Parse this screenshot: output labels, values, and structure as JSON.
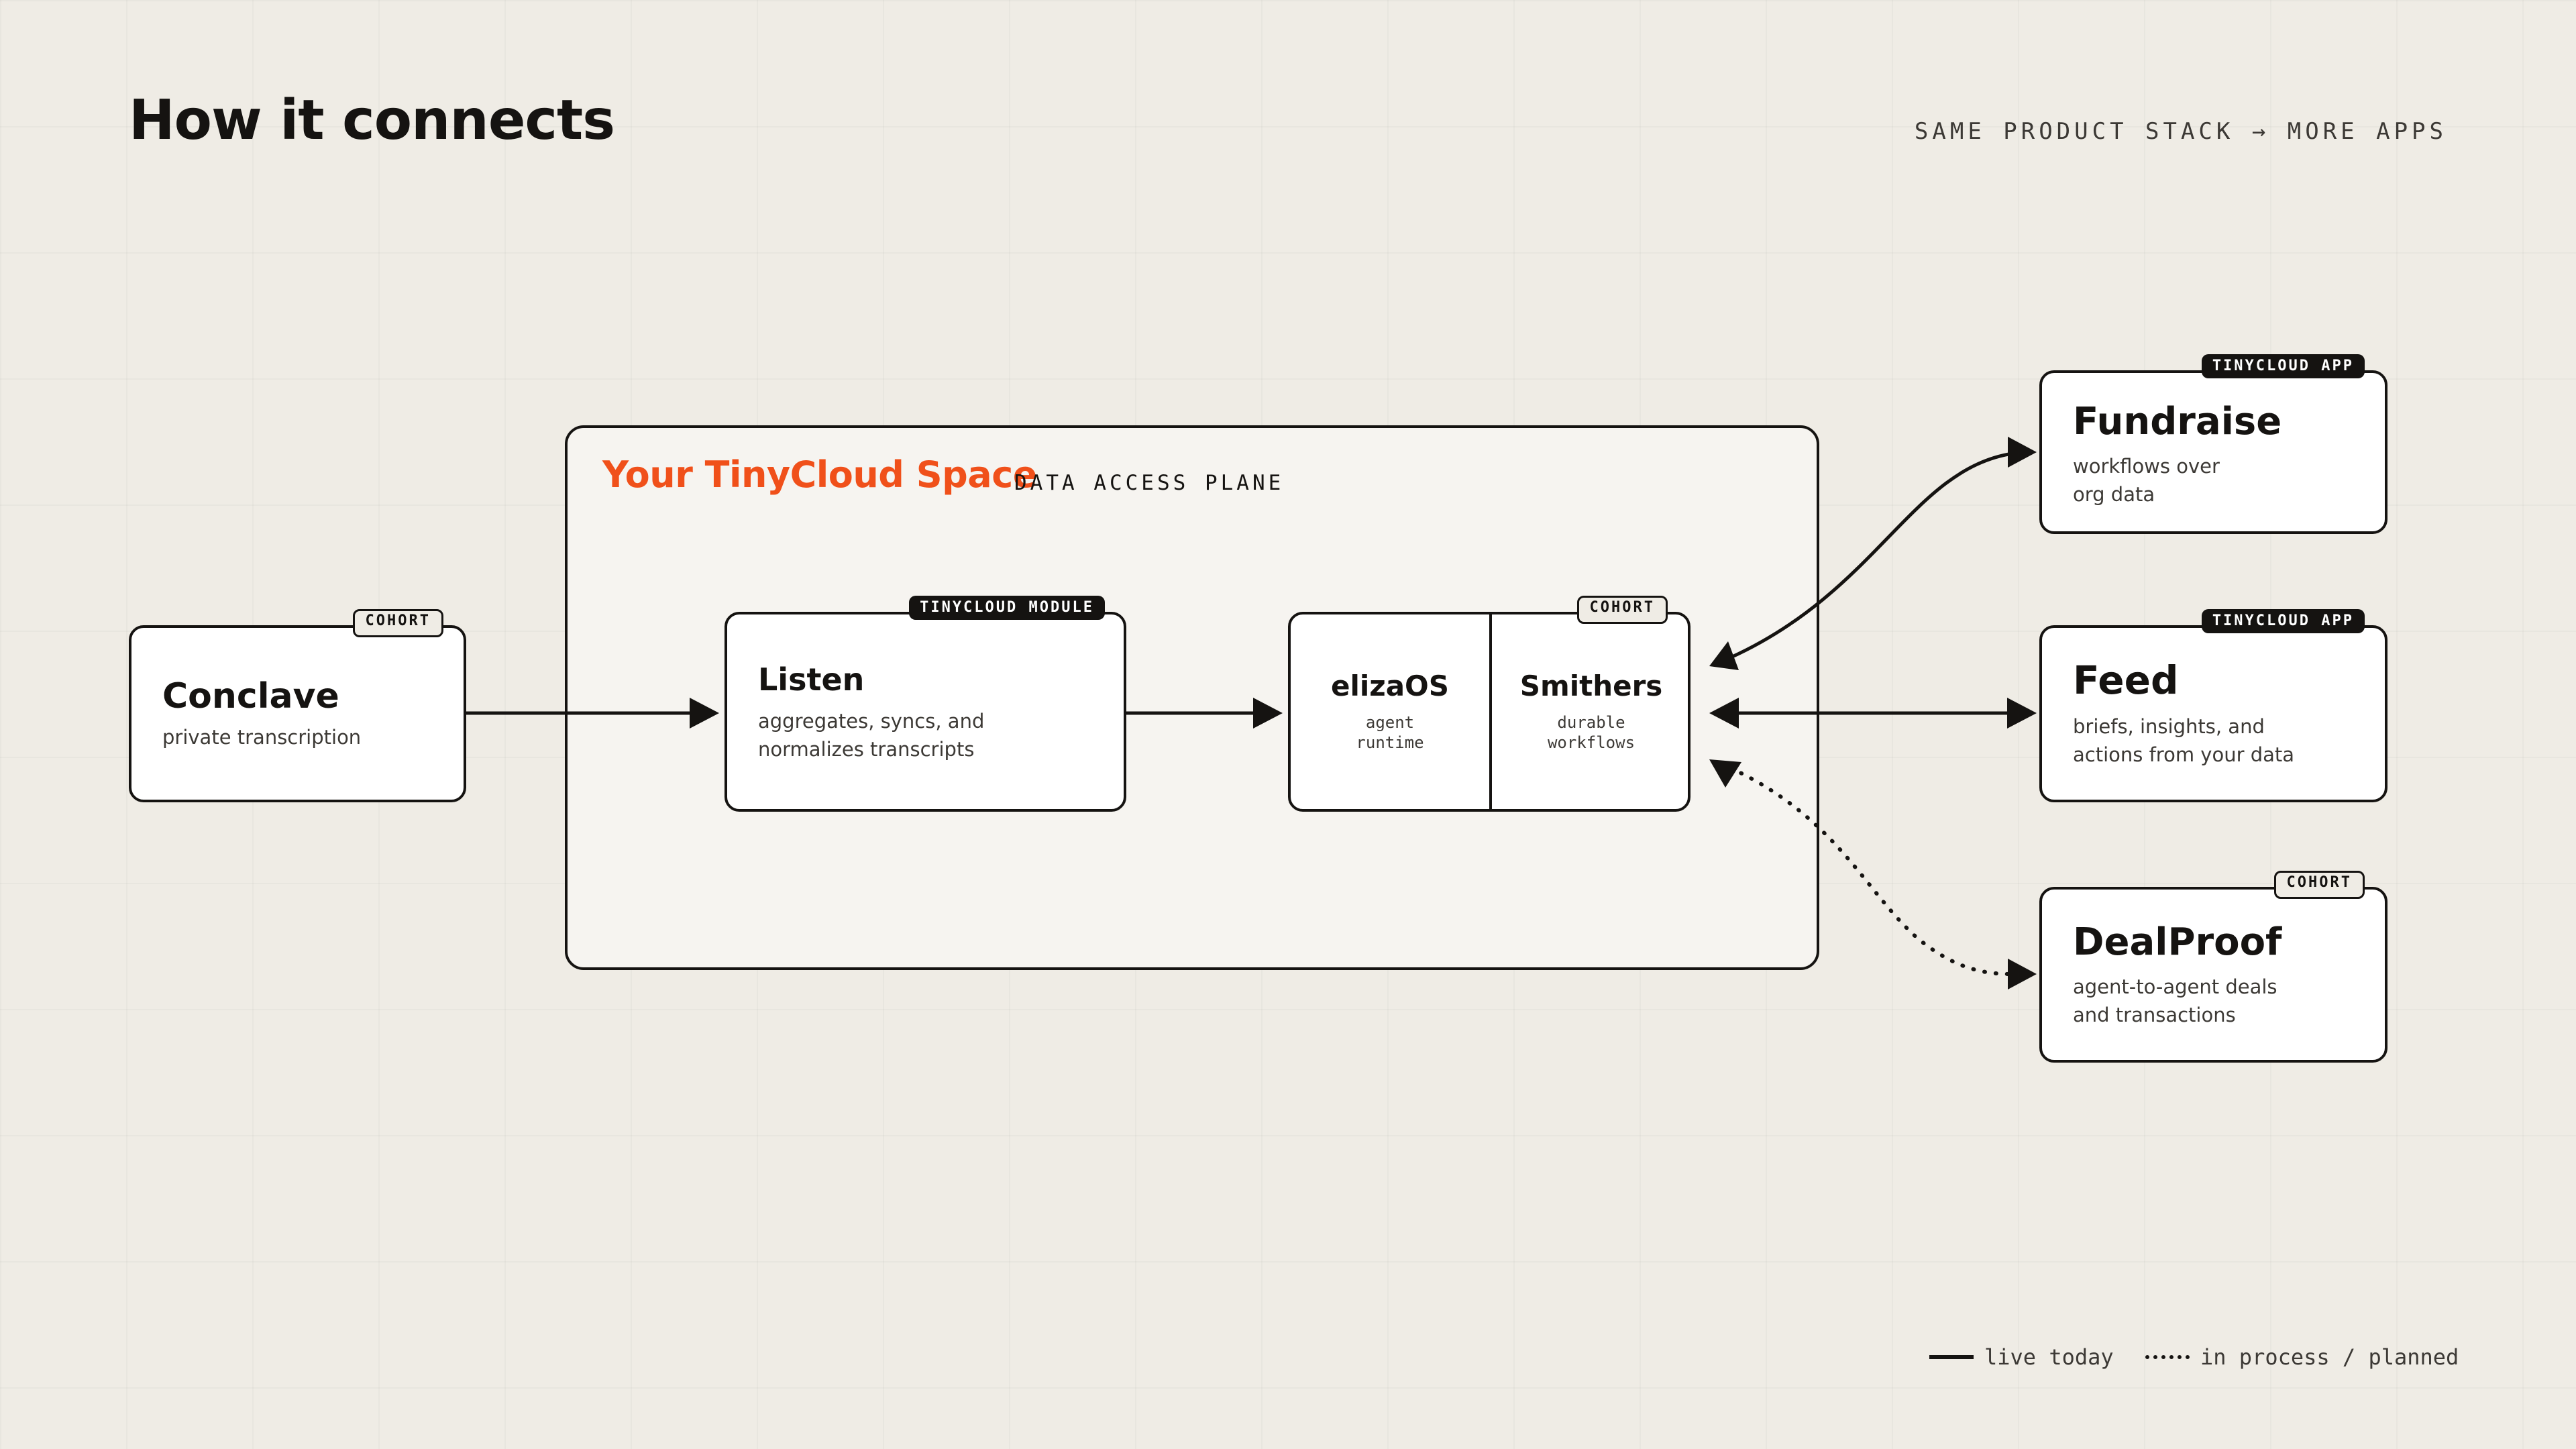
{
  "header": {
    "title": "How it connects",
    "tagline": "SAME PRODUCT STACK → MORE APPS"
  },
  "space": {
    "title": "Your TinyCloud Space",
    "subtitle": "DATA ACCESS PLANE"
  },
  "nodes": {
    "conclave": {
      "title": "Conclave",
      "desc": "private transcription",
      "badge": "COHORT"
    },
    "listen": {
      "title": "Listen",
      "desc": "aggregates, syncs, and normalizes transcripts",
      "badge": "TINYCLOUD MODULE"
    },
    "runtime": {
      "badge": "COHORT",
      "eliza": {
        "title": "elizaOS",
        "desc_line1": "agent",
        "desc_line2": "runtime"
      },
      "smithers": {
        "title": "Smithers",
        "desc_line1": "durable",
        "desc_line2": "workflows"
      }
    },
    "fundraise": {
      "title": "Fundraise",
      "desc": "workflows over org data",
      "badge": "TINYCLOUD APP"
    },
    "feed": {
      "title": "Feed",
      "desc": "briefs, insights, and actions from your data",
      "badge": "TINYCLOUD APP"
    },
    "dealproof": {
      "title": "DealProof",
      "desc": "agent-to-agent deals and transactions",
      "badge": "COHORT"
    }
  },
  "edges": [
    {
      "from": "Conclave",
      "to": "Listen",
      "status": "live today"
    },
    {
      "from": "Listen",
      "to": "elizaOS",
      "status": "live today"
    },
    {
      "from": "Smithers",
      "to": "Fundraise",
      "status": "live today",
      "direction": "both"
    },
    {
      "from": "Smithers",
      "to": "Feed",
      "status": "live today",
      "direction": "both"
    },
    {
      "from": "Smithers",
      "to": "DealProof",
      "status": "in process / planned",
      "direction": "both"
    }
  ],
  "legend": {
    "live": "live today",
    "planned": "in process / planned"
  },
  "colors": {
    "background": "#efece5",
    "ink": "#151311",
    "accent": "#f0501a",
    "space_fill": "#f6f4f0",
    "card_fill": "#ffffff"
  }
}
